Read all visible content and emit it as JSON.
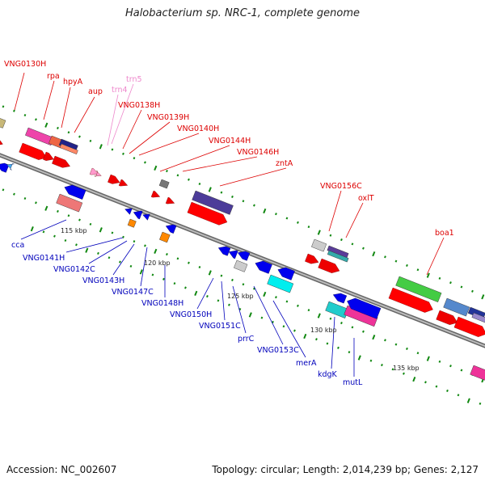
{
  "title": "Halobacterium sp. NRC-1, complete genome",
  "footer": {
    "accession_label": "Accession:",
    "accession": "NC_002607",
    "topology_summary": "Topology: circular; Length: 2,014,239 bp; Genes: 2,127"
  },
  "colors": {
    "forward_label": "#dd0000",
    "reverse_label": "#0000bb",
    "trna_label": "#ee88cc",
    "backbone": "#888888",
    "tick": "#118811"
  },
  "scale_labels": [
    "115 kbp",
    "120 kbp",
    "125 kbp",
    "130 kbp",
    "135 kbp"
  ],
  "genes_forward": [
    "VNG0130H",
    "rpa",
    "hpyA",
    "aup",
    "trn4",
    "trn5",
    "VNG0138H",
    "VNG0139H",
    "VNG0140H",
    "VNG0144H",
    "VNG0146H",
    "zntA",
    "VNG0156C",
    "oxlT",
    "boa1"
  ],
  "genes_reverse": [
    "cca",
    "VNG0141H",
    "VNG0142C",
    "VNG0143H",
    "VNG0147C",
    "VNG0148H",
    "VNG0150H",
    "VNG0151C",
    "prrC",
    "VNG0153C",
    "merA",
    "kdgK",
    "mutL"
  ]
}
